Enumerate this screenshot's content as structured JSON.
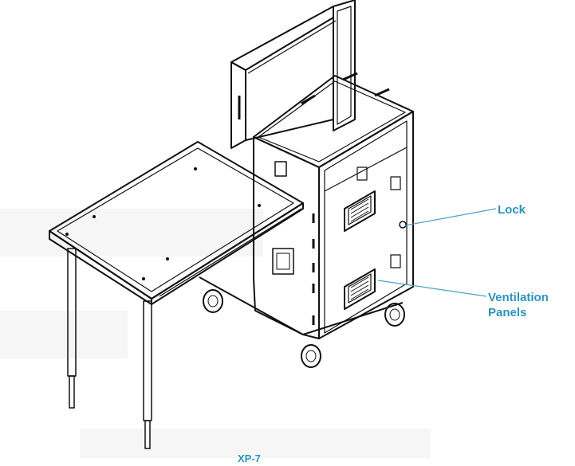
{
  "callouts": {
    "lock": "Lock",
    "ventilation_line1": "Ventilation",
    "ventilation_line2": "Panels"
  },
  "footer_fragment": "XP-7",
  "colors": {
    "callout_text": "#2b93b8",
    "leader_line": "#4aa3c8",
    "drawing_line": "#111111",
    "background": "#ffffff"
  }
}
